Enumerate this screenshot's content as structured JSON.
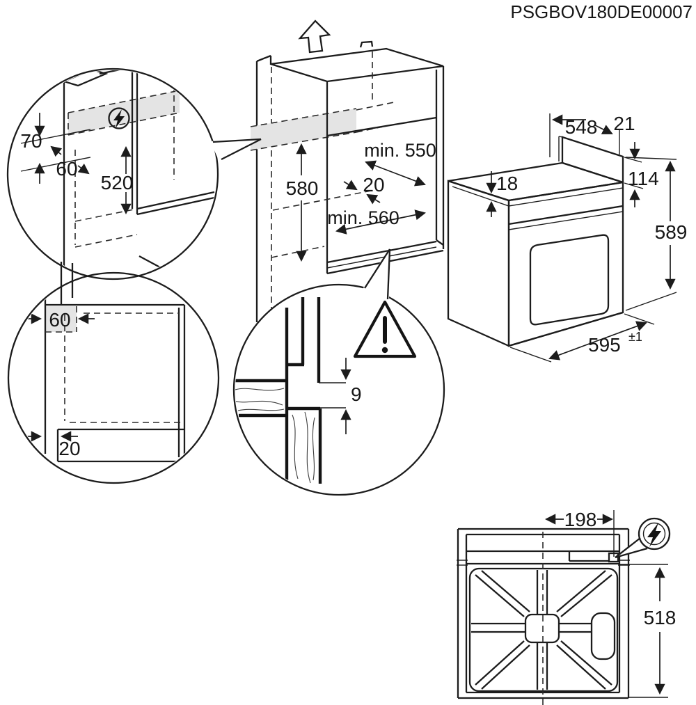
{
  "title": "PSGBOV180DE00007",
  "colors": {
    "line": "#1c1c1c",
    "shade": "#e4e4e4",
    "bg": "#ffffff"
  },
  "icons": {
    "power": "lightning-in-circle",
    "warning": "exclamation-triangle",
    "direction": "up-arrow"
  },
  "detail_top_left": {
    "d70": "70",
    "d60": "60",
    "d520": "520"
  },
  "cabinet": {
    "min550": "min. 550",
    "d580": "580",
    "d20": "20",
    "min560": "min. 560"
  },
  "oven": {
    "d548": "548",
    "d21": "21",
    "d18": "18",
    "d114": "114",
    "d589": "589",
    "d595": "595",
    "d595_tol": "±1"
  },
  "detail_plan": {
    "d60": "60",
    "d20": "20"
  },
  "detail_gap": {
    "d9": "9"
  },
  "back_view": {
    "d198": "198",
    "d518": "518"
  }
}
